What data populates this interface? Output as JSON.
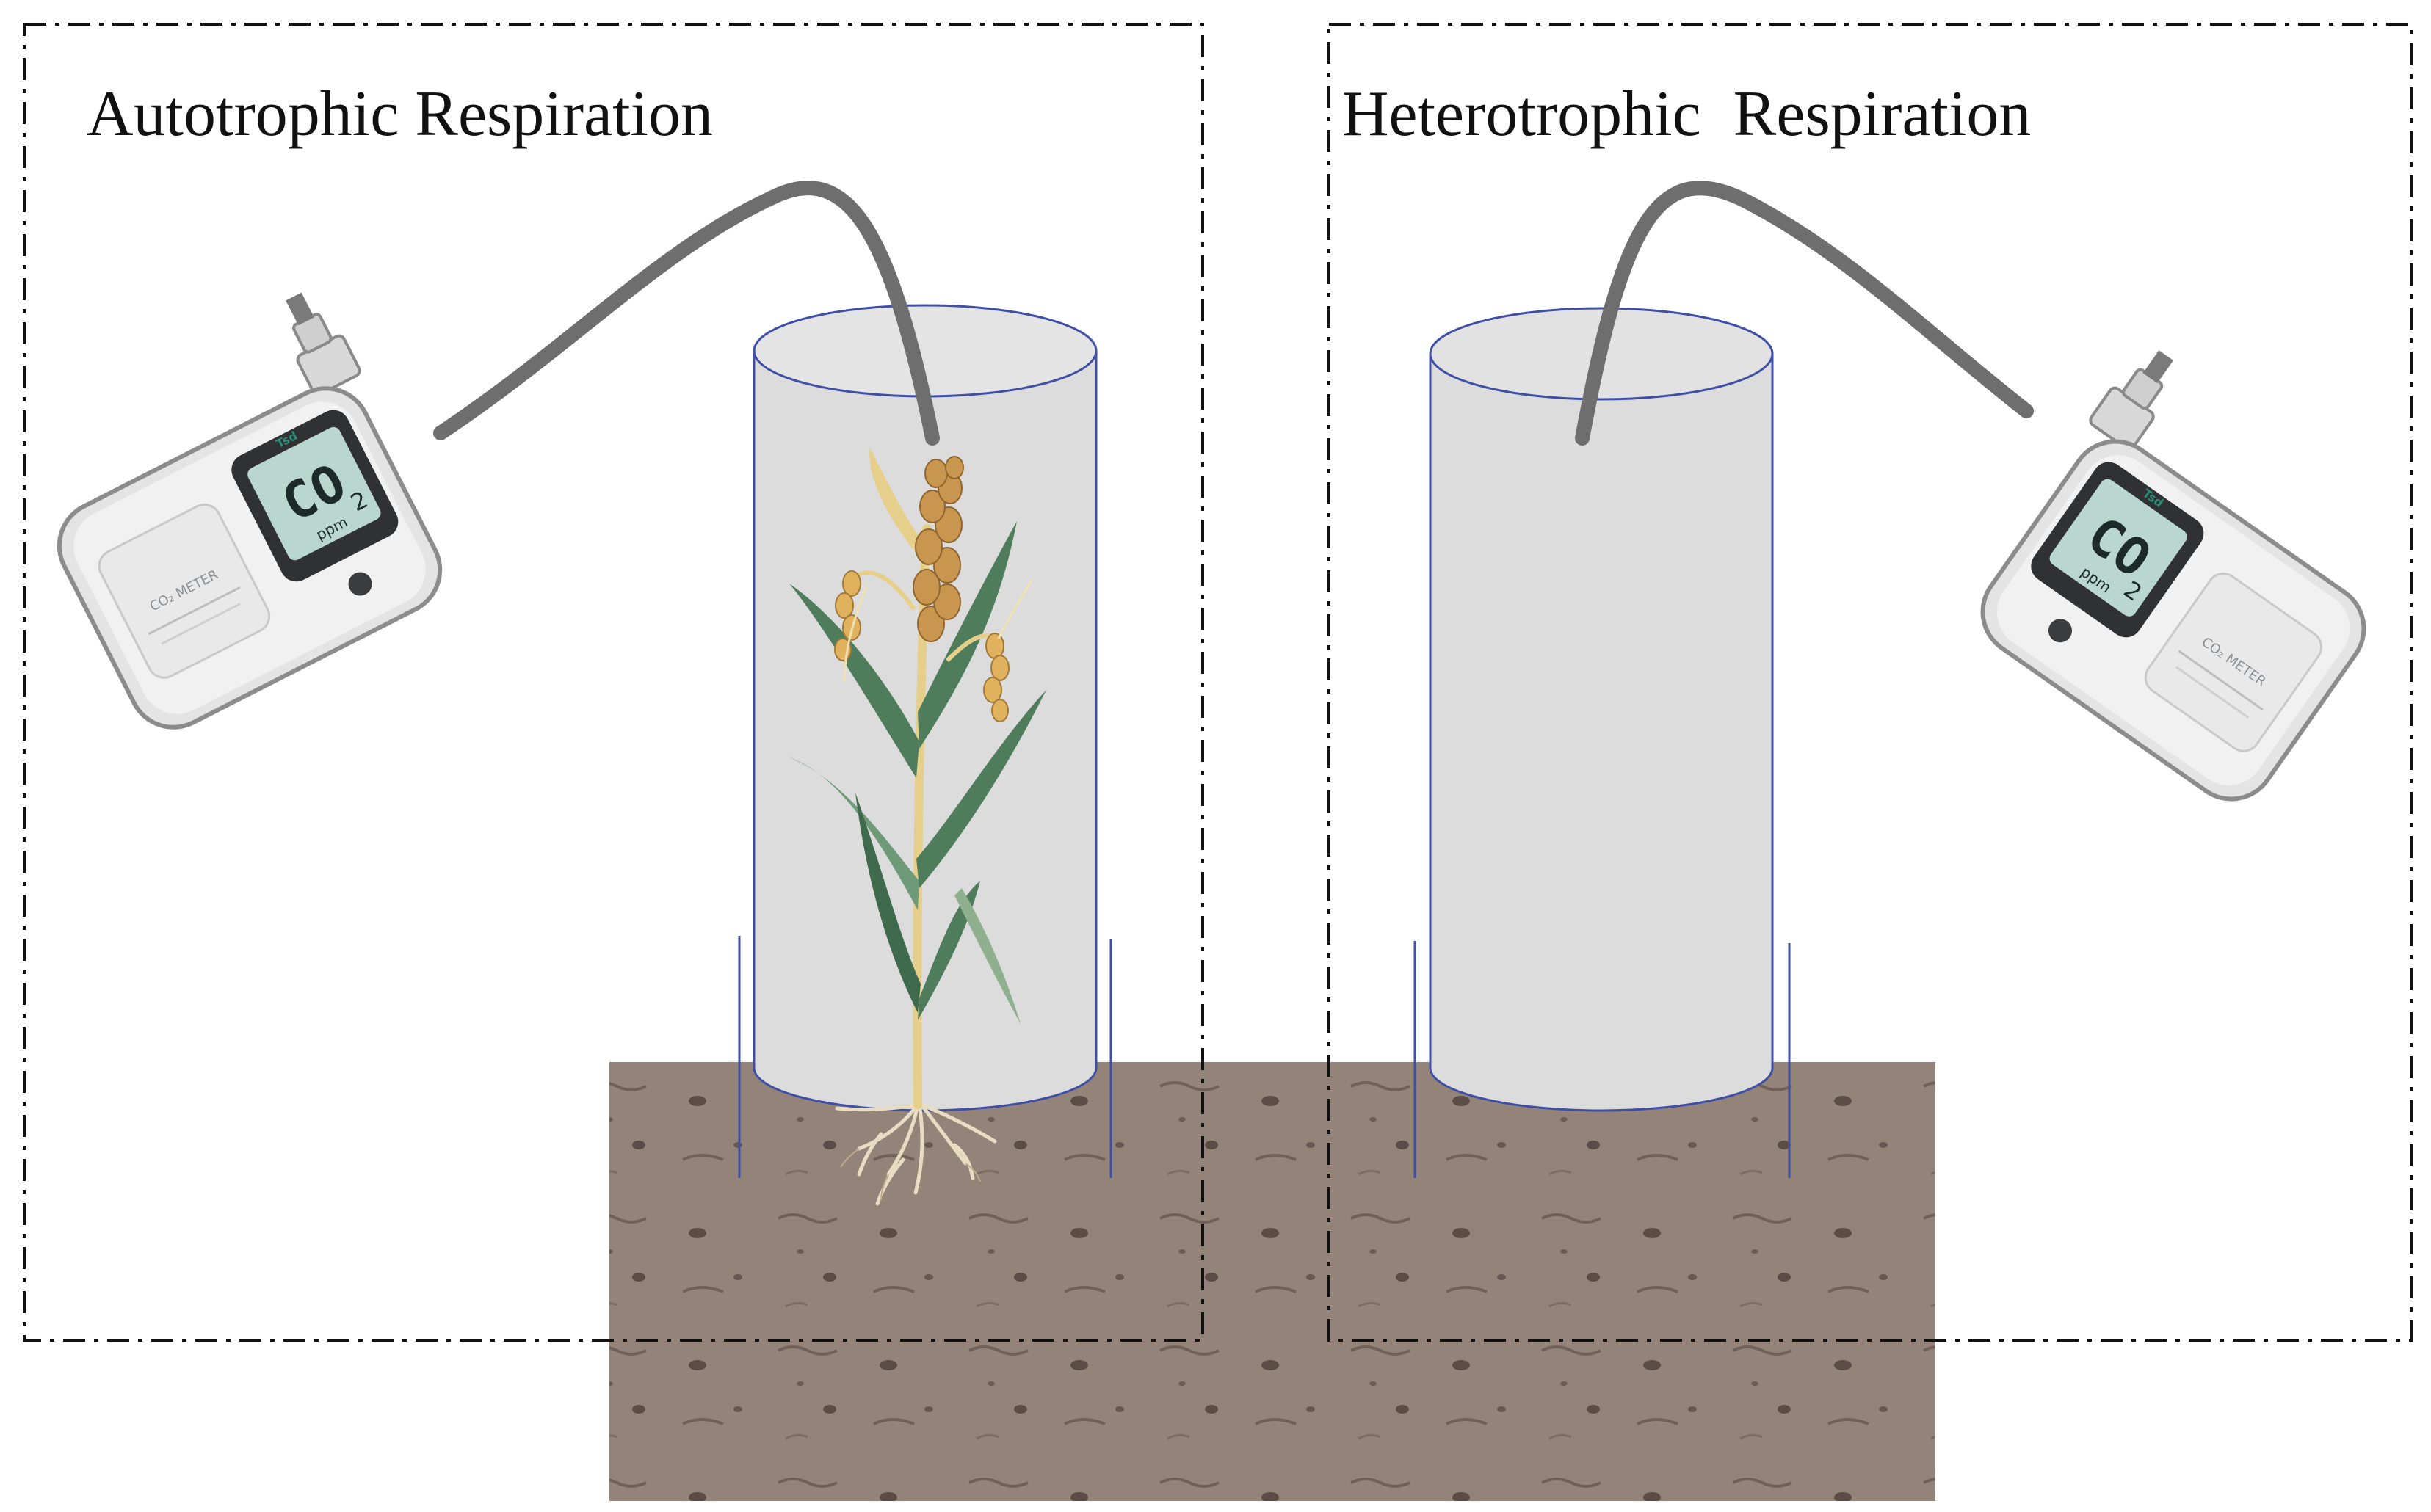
{
  "panels": {
    "left": {
      "title": "Autotrophic Respiration"
    },
    "right": {
      "title": "Heterotrophic  Respiration"
    }
  },
  "meters": {
    "left": {
      "screen_main": "CO",
      "screen_sub": "2",
      "screen_unit": "ppm",
      "brand": "Tsd",
      "panel_label": "CO₂ METER"
    },
    "right": {
      "screen_main": "CO",
      "screen_sub": "2",
      "screen_unit": "ppm",
      "brand": "Tsd",
      "panel_label": "CO₂ METER"
    }
  },
  "colors": {
    "soil": "#948378",
    "chamber_fill": "#dcdcdc",
    "chamber_outline": "#3f4fa6",
    "hose": "#6e6e6e",
    "leaf": "#4f7d5b",
    "grain": "#c8964e",
    "root": "#e8dcc2",
    "meter_body": "#e4e4e4",
    "meter_screen": "#b9d6cf"
  },
  "icons": {
    "meter": "co2-meter-icon",
    "plant": "wheat-plant-icon",
    "chamber": "cylinder-chamber-icon"
  }
}
